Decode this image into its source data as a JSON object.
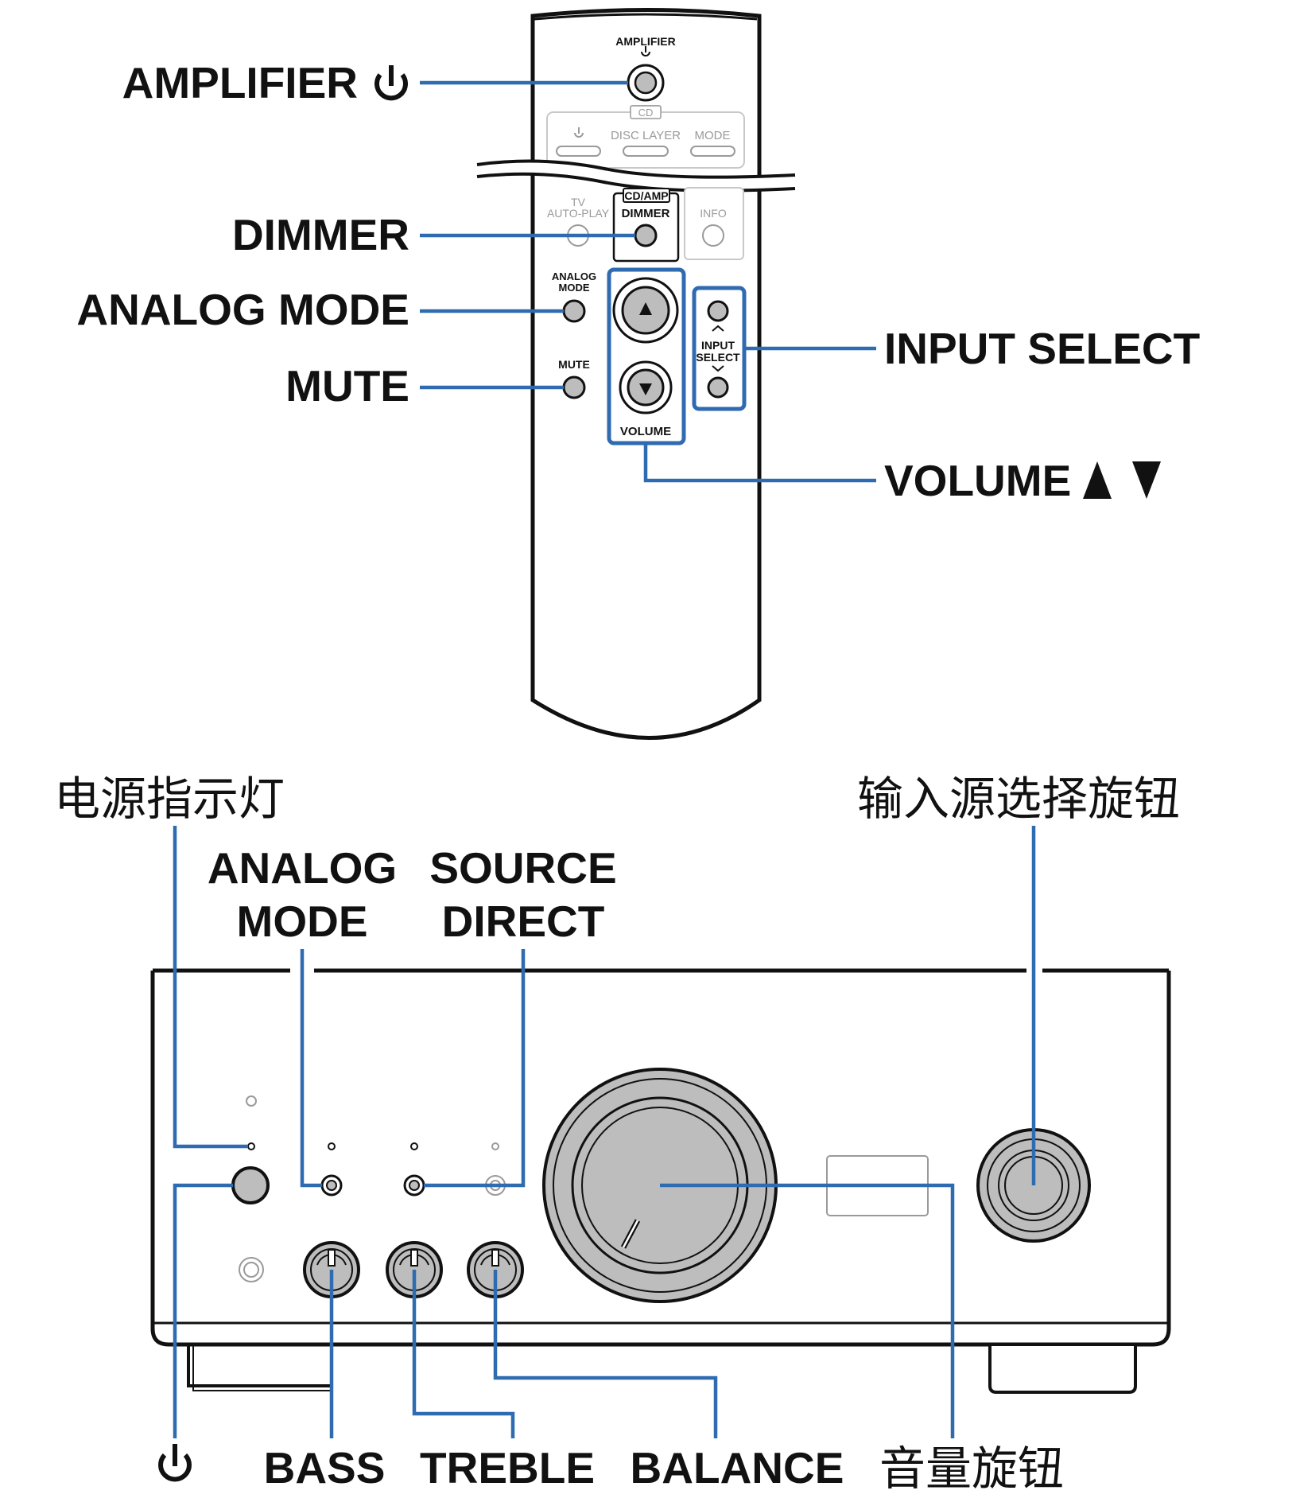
{
  "remote": {
    "callouts": {
      "amplifier": "AMPLIFIER",
      "dimmer": "DIMMER",
      "analog_mode": "ANALOG MODE",
      "mute": "MUTE",
      "input_select": "INPUT SELECT",
      "volume": "VOLUME"
    },
    "printed": {
      "amplifier": "AMPLIFIER",
      "cd": "CD",
      "disc_layer": "DISC LAYER",
      "mode": "MODE",
      "tv": "TV",
      "auto_play": "AUTO-PLAY",
      "cd_amp": "CD/AMP",
      "dimmer": "DIMMER",
      "info": "INFO",
      "analog": "ANALOG",
      "mode2": "MODE",
      "mute": "MUTE",
      "input": "INPUT",
      "select": "SELECT",
      "volume": "VOLUME"
    }
  },
  "amp": {
    "callouts": {
      "power_indicator": "电源指示灯",
      "analog_mode_1": "ANALOG",
      "analog_mode_2": "MODE",
      "source_direct_1": "SOURCE",
      "source_direct_2": "DIRECT",
      "input_knob": "输入源选择旋钮",
      "bass": "BASS",
      "treble": "TREBLE",
      "balance": "BALANCE",
      "volume_knob": "音量旋钮"
    }
  },
  "colors": {
    "leader": "#2f6bb0",
    "outline": "#111111",
    "control_fill": "#bdbdbd",
    "faded": "#9a9a9a"
  },
  "icons": [
    "power-icon",
    "triangle-up-icon",
    "triangle-down-icon",
    "chevron-up-icon",
    "chevron-down-icon"
  ]
}
